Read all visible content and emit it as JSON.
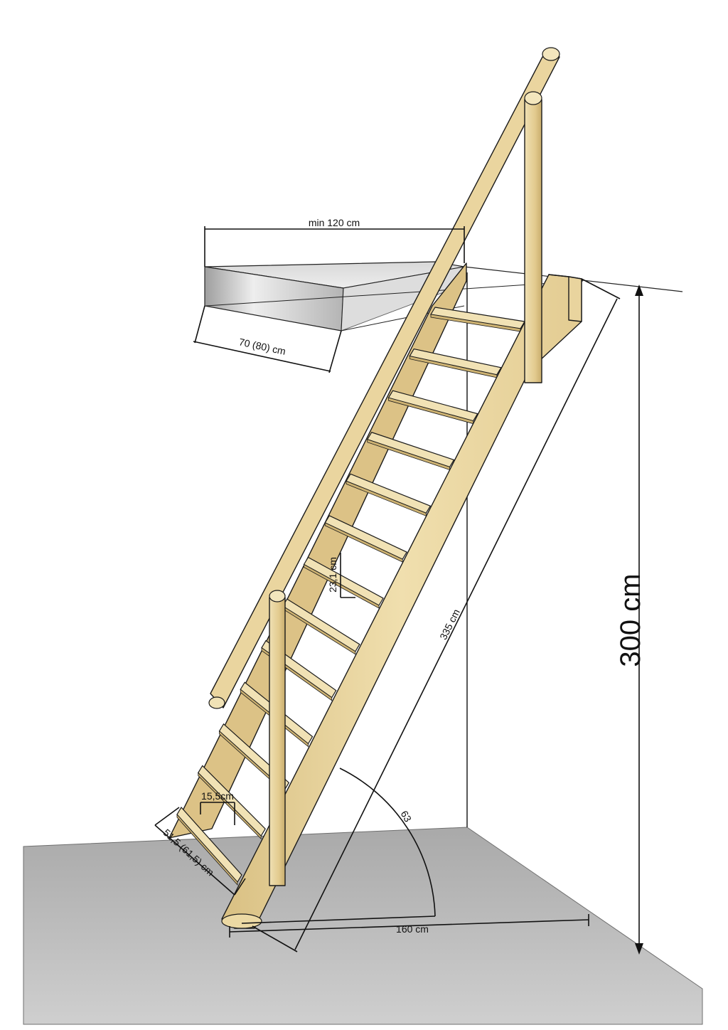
{
  "dimensions": {
    "opening_length": "min 120 cm",
    "opening_width": "70 (80) cm",
    "floor_height": "300 cm",
    "stringer_length": "335 cm",
    "step_rise": "23,1 cm",
    "tread_depth": "15,5cm",
    "stair_width": "51,5 (61,5) cm",
    "horizontal_run": "160 cm",
    "angle": "63"
  },
  "colors": {
    "wood": "#e6cf94",
    "wood_dark": "#cdb272",
    "wood_light": "#f1e2b5",
    "floor": "#b9b9b9",
    "ceiling_slab": "#c8c8c8",
    "lines": "#111111"
  },
  "step_count": 13
}
